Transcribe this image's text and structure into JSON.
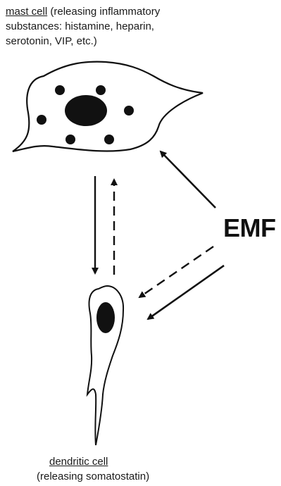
{
  "mast_cell": {
    "name": "mast cell",
    "description": " (releasing inflammatory",
    "line2": "substances: histamine, heparin,",
    "line3": "serotonin, VIP, etc.)"
  },
  "dendritic_cell": {
    "name": "dendritic cell",
    "description": "(releasing somatostatin)"
  },
  "emf": {
    "label": "EMF"
  },
  "colors": {
    "ink": "#111111",
    "background": "#ffffff"
  }
}
